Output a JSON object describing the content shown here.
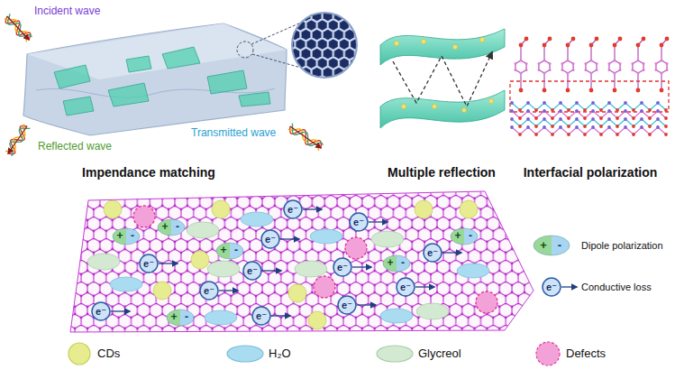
{
  "diagram": {
    "labels": [
      "Incident wave",
      "Reflected wave",
      "Transmitted wave",
      "Impendance matching",
      "Multiple reflection",
      "Interfacial polarization",
      "e⁻",
      "e⁻",
      "e⁻",
      "e⁻",
      "e⁻",
      "e⁻",
      "e⁻",
      "e⁻",
      "e⁻",
      "e⁻",
      "e⁻",
      "e⁻",
      "+",
      "-",
      "+",
      "-",
      "+",
      "-",
      "+",
      "-",
      "+",
      "-",
      "+",
      "-",
      "+",
      "-",
      "e⁻"
    ],
    "legend": [
      {
        "text": "Dipole polarization"
      },
      {
        "text": "Conductive loss"
      },
      {
        "text": "CDs",
        "color": "#e6ec8f"
      },
      {
        "text": "H₂O",
        "color": "#a9dcf1"
      },
      {
        "text": "Glycreol",
        "color": "#d4e9d2"
      },
      {
        "text": "Defects",
        "color": "#f3a2d9"
      }
    ]
  }
}
